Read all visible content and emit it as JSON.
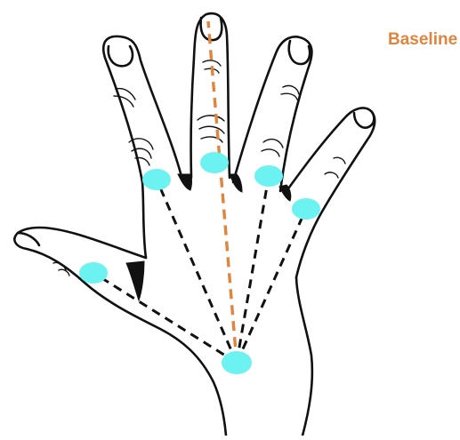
{
  "legend": {
    "label": "Baseline",
    "color": "#E0843E"
  },
  "colors": {
    "landmark": "#6DF2F2",
    "ray": "#111111",
    "outline": "#111111",
    "background": "#FFFFFF"
  },
  "landmarks": [
    {
      "name": "wrist-center"
    },
    {
      "name": "thumb-joint"
    },
    {
      "name": "index-finger-base"
    },
    {
      "name": "middle-finger-base"
    },
    {
      "name": "ring-finger-base"
    },
    {
      "name": "little-finger-base"
    }
  ]
}
